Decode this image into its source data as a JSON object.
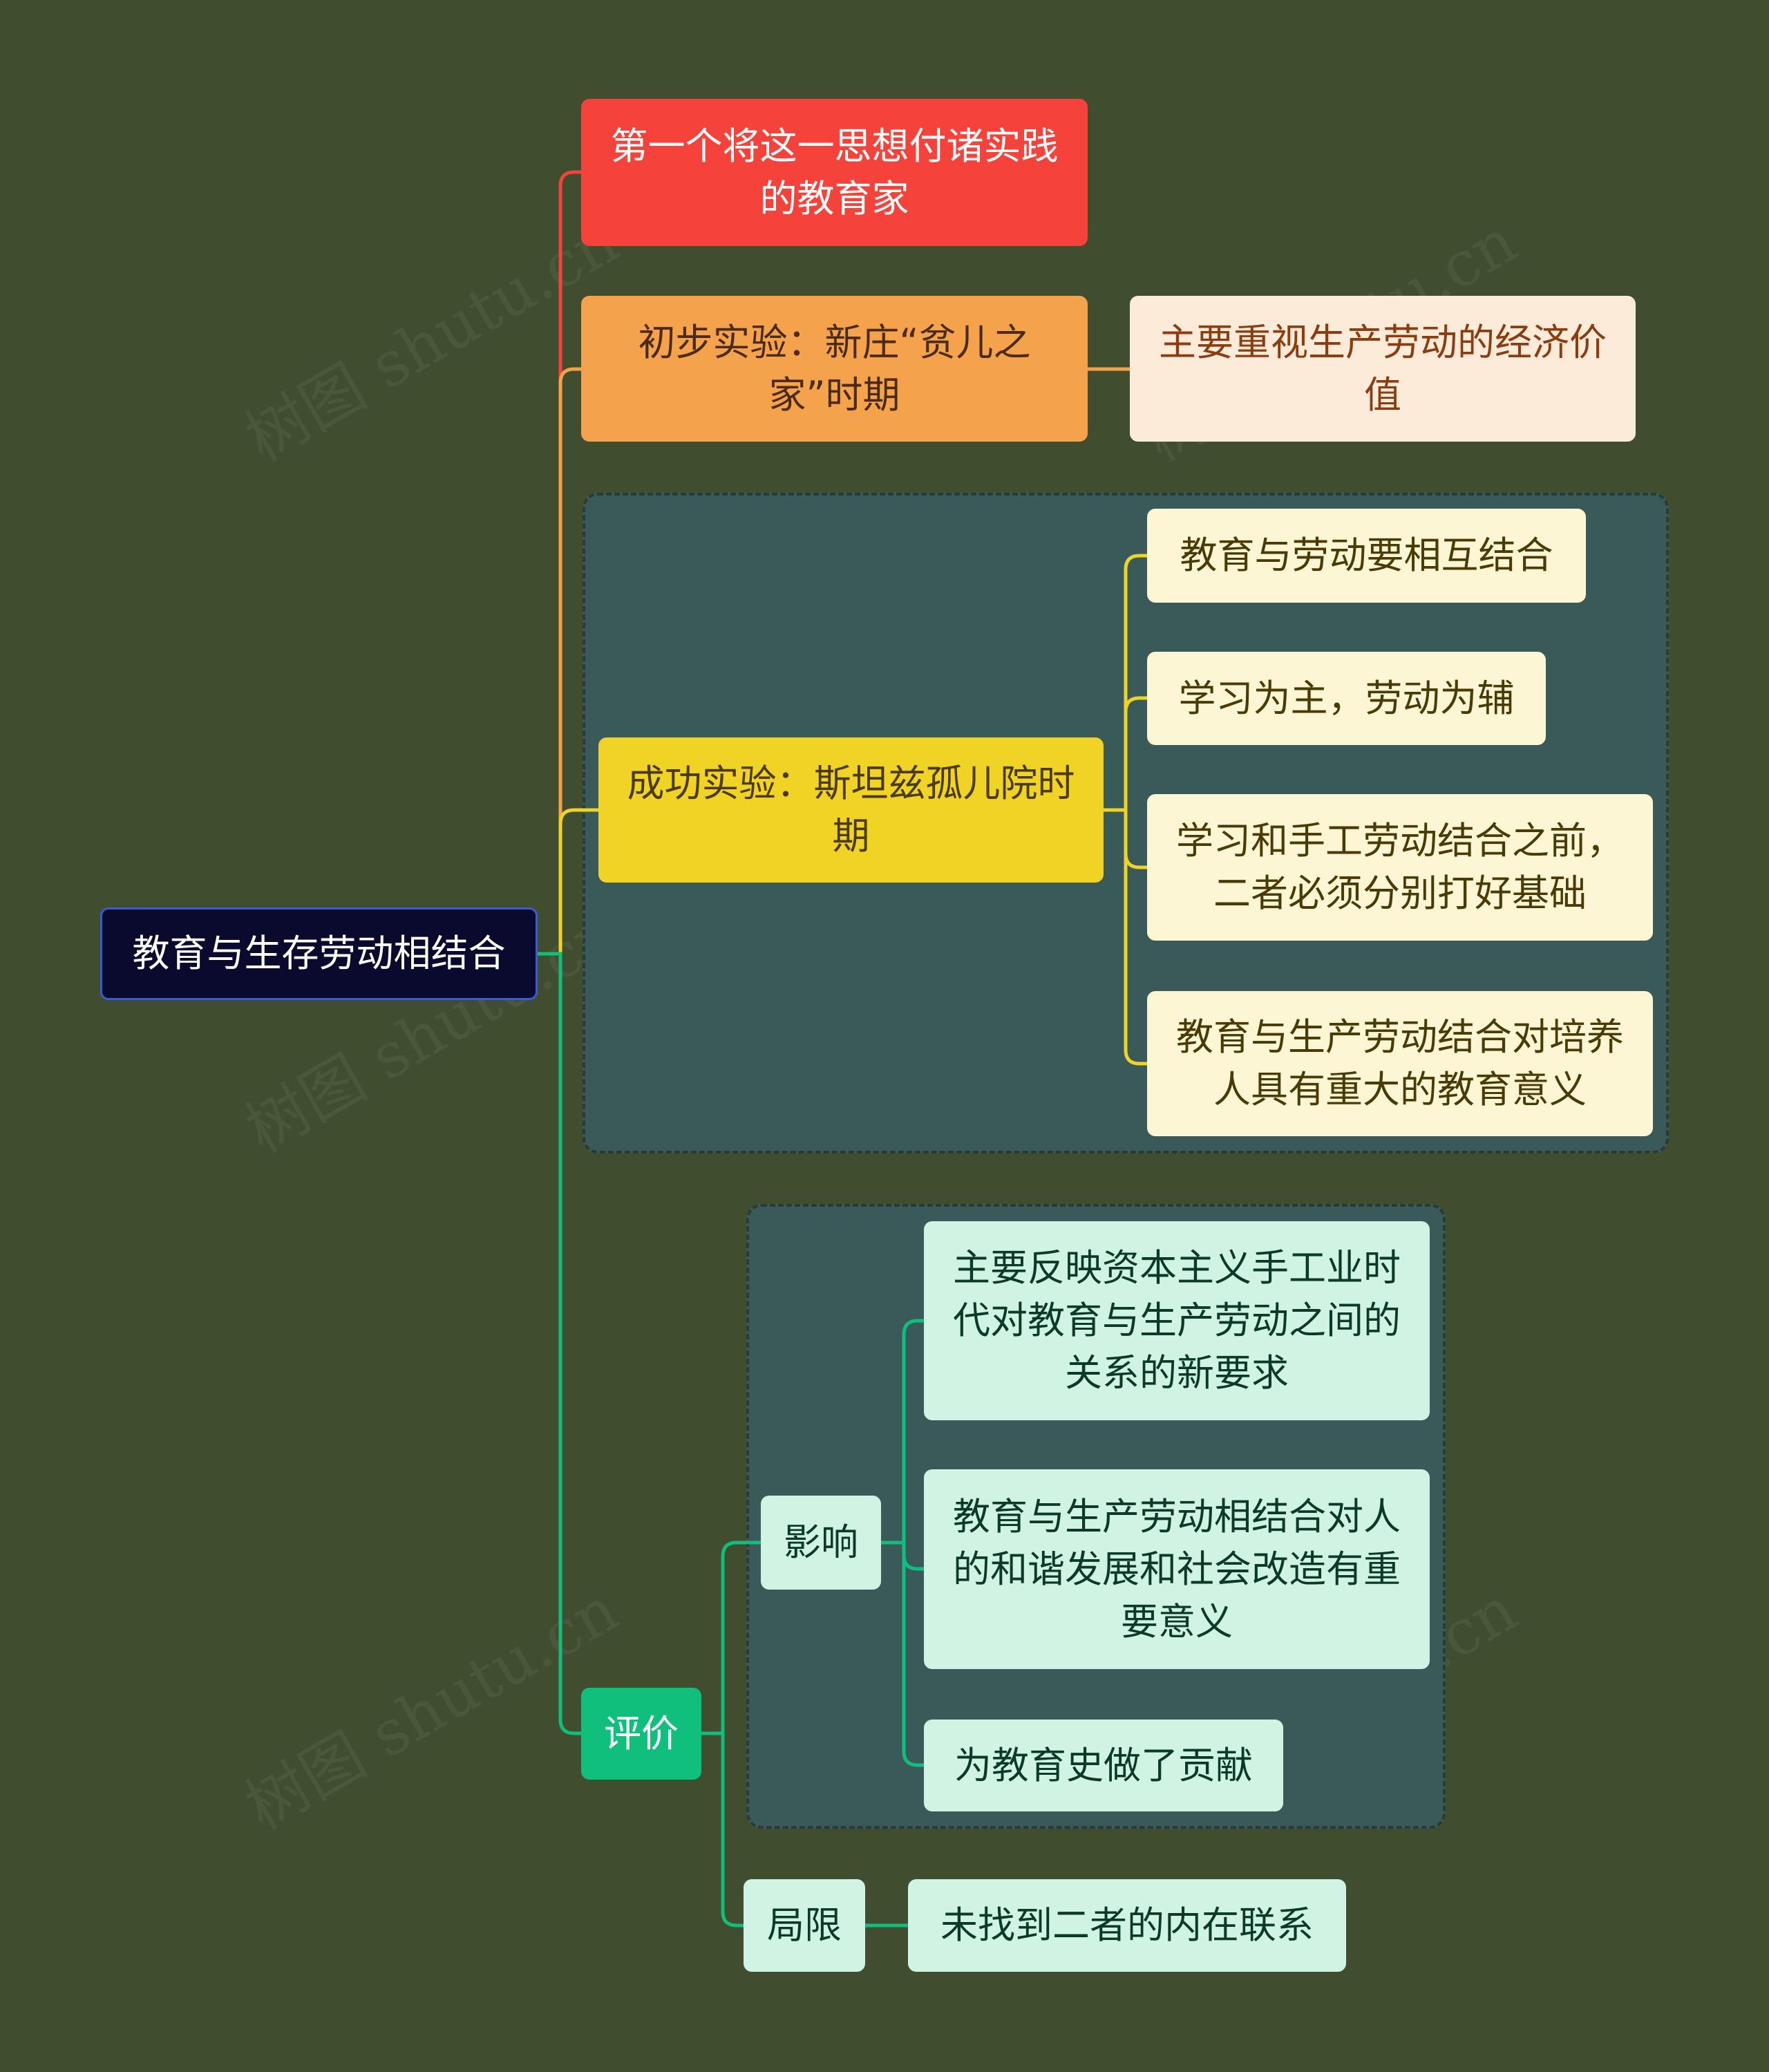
{
  "root": {
    "label": "教育与生存劳动相结合"
  },
  "branches": {
    "first": {
      "label": "第一个将这一思想付诸实践的教育家"
    },
    "preliminary": {
      "label": "初步实验：新庄“贫儿之家”时期",
      "child": "主要重视生产劳动的经济价值"
    },
    "success": {
      "label": "成功实验：斯坦兹孤儿院时期",
      "children": [
        "教育与劳动要相互结合",
        "学习为主，劳动为辅",
        "学习和手工劳动结合之前，二者必须分别打好基础",
        "教育与生产劳动结合对培养人具有重大的教育意义"
      ]
    },
    "evaluation": {
      "label": "评价",
      "influence": {
        "label": "影响",
        "children": [
          "主要反映资本主义手工业时代对教育与生产劳动之间的关系的新要求",
          "教育与生产劳动相结合对人的和谐发展和社会改造有重要意义",
          "为教育史做了贡献"
        ]
      },
      "limitation": {
        "label": "局限",
        "children": [
          "未找到二者的内在联系"
        ]
      }
    }
  },
  "watermark": "树图 shutu.cn",
  "colors": {
    "background": "#404d2f",
    "root": "#0a0a2e",
    "red": "#f5433b",
    "orange": "#f5a24d",
    "yellow": "#f0d324",
    "green": "#0fbf7b",
    "pale_orange": "#fdebda",
    "pale_yellow": "#fcf6d4",
    "pale_green": "#d0f3e4"
  }
}
